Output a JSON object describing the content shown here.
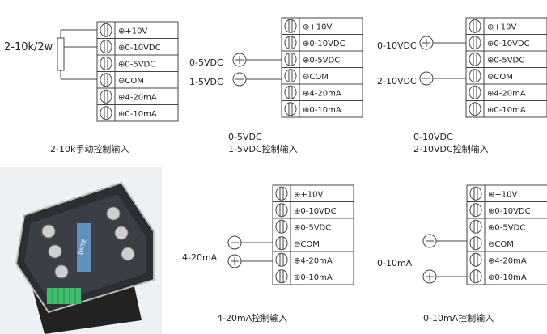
{
  "terminal_labels": [
    "⊕+10V",
    "⊕0-10VDC",
    "⊕0-5VDC",
    "⊖COM",
    "⊕4-20mA",
    "⊕0-10mA"
  ],
  "panels": {
    "pot": {
      "source_label": "2-10k/2w",
      "caption": "2-10k手动控制输入"
    },
    "v5": {
      "label_a": "0-5VDC",
      "label_b": "1-5VDC",
      "caption_1": "0-5VDC",
      "caption_2": "1-5VDC控制输入"
    },
    "v10": {
      "label_a": "0-10VDC",
      "label_b": "2-10VDC",
      "caption_1": "0-10VDC",
      "caption_2": "2-10VDC控制输入"
    },
    "ma20": {
      "label": "4-20mA",
      "caption": "4-20mA控制输入"
    },
    "ma10": {
      "label": "0-10mA",
      "caption": "0-10mA控制输入"
    }
  },
  "product_photo": {
    "brand_text": "DHTE"
  },
  "colors": {
    "line": "#444444",
    "terminal_fill": "#ffffff",
    "photo_bg": "#e8ecef",
    "green_terminal": "#3fbf6b"
  }
}
